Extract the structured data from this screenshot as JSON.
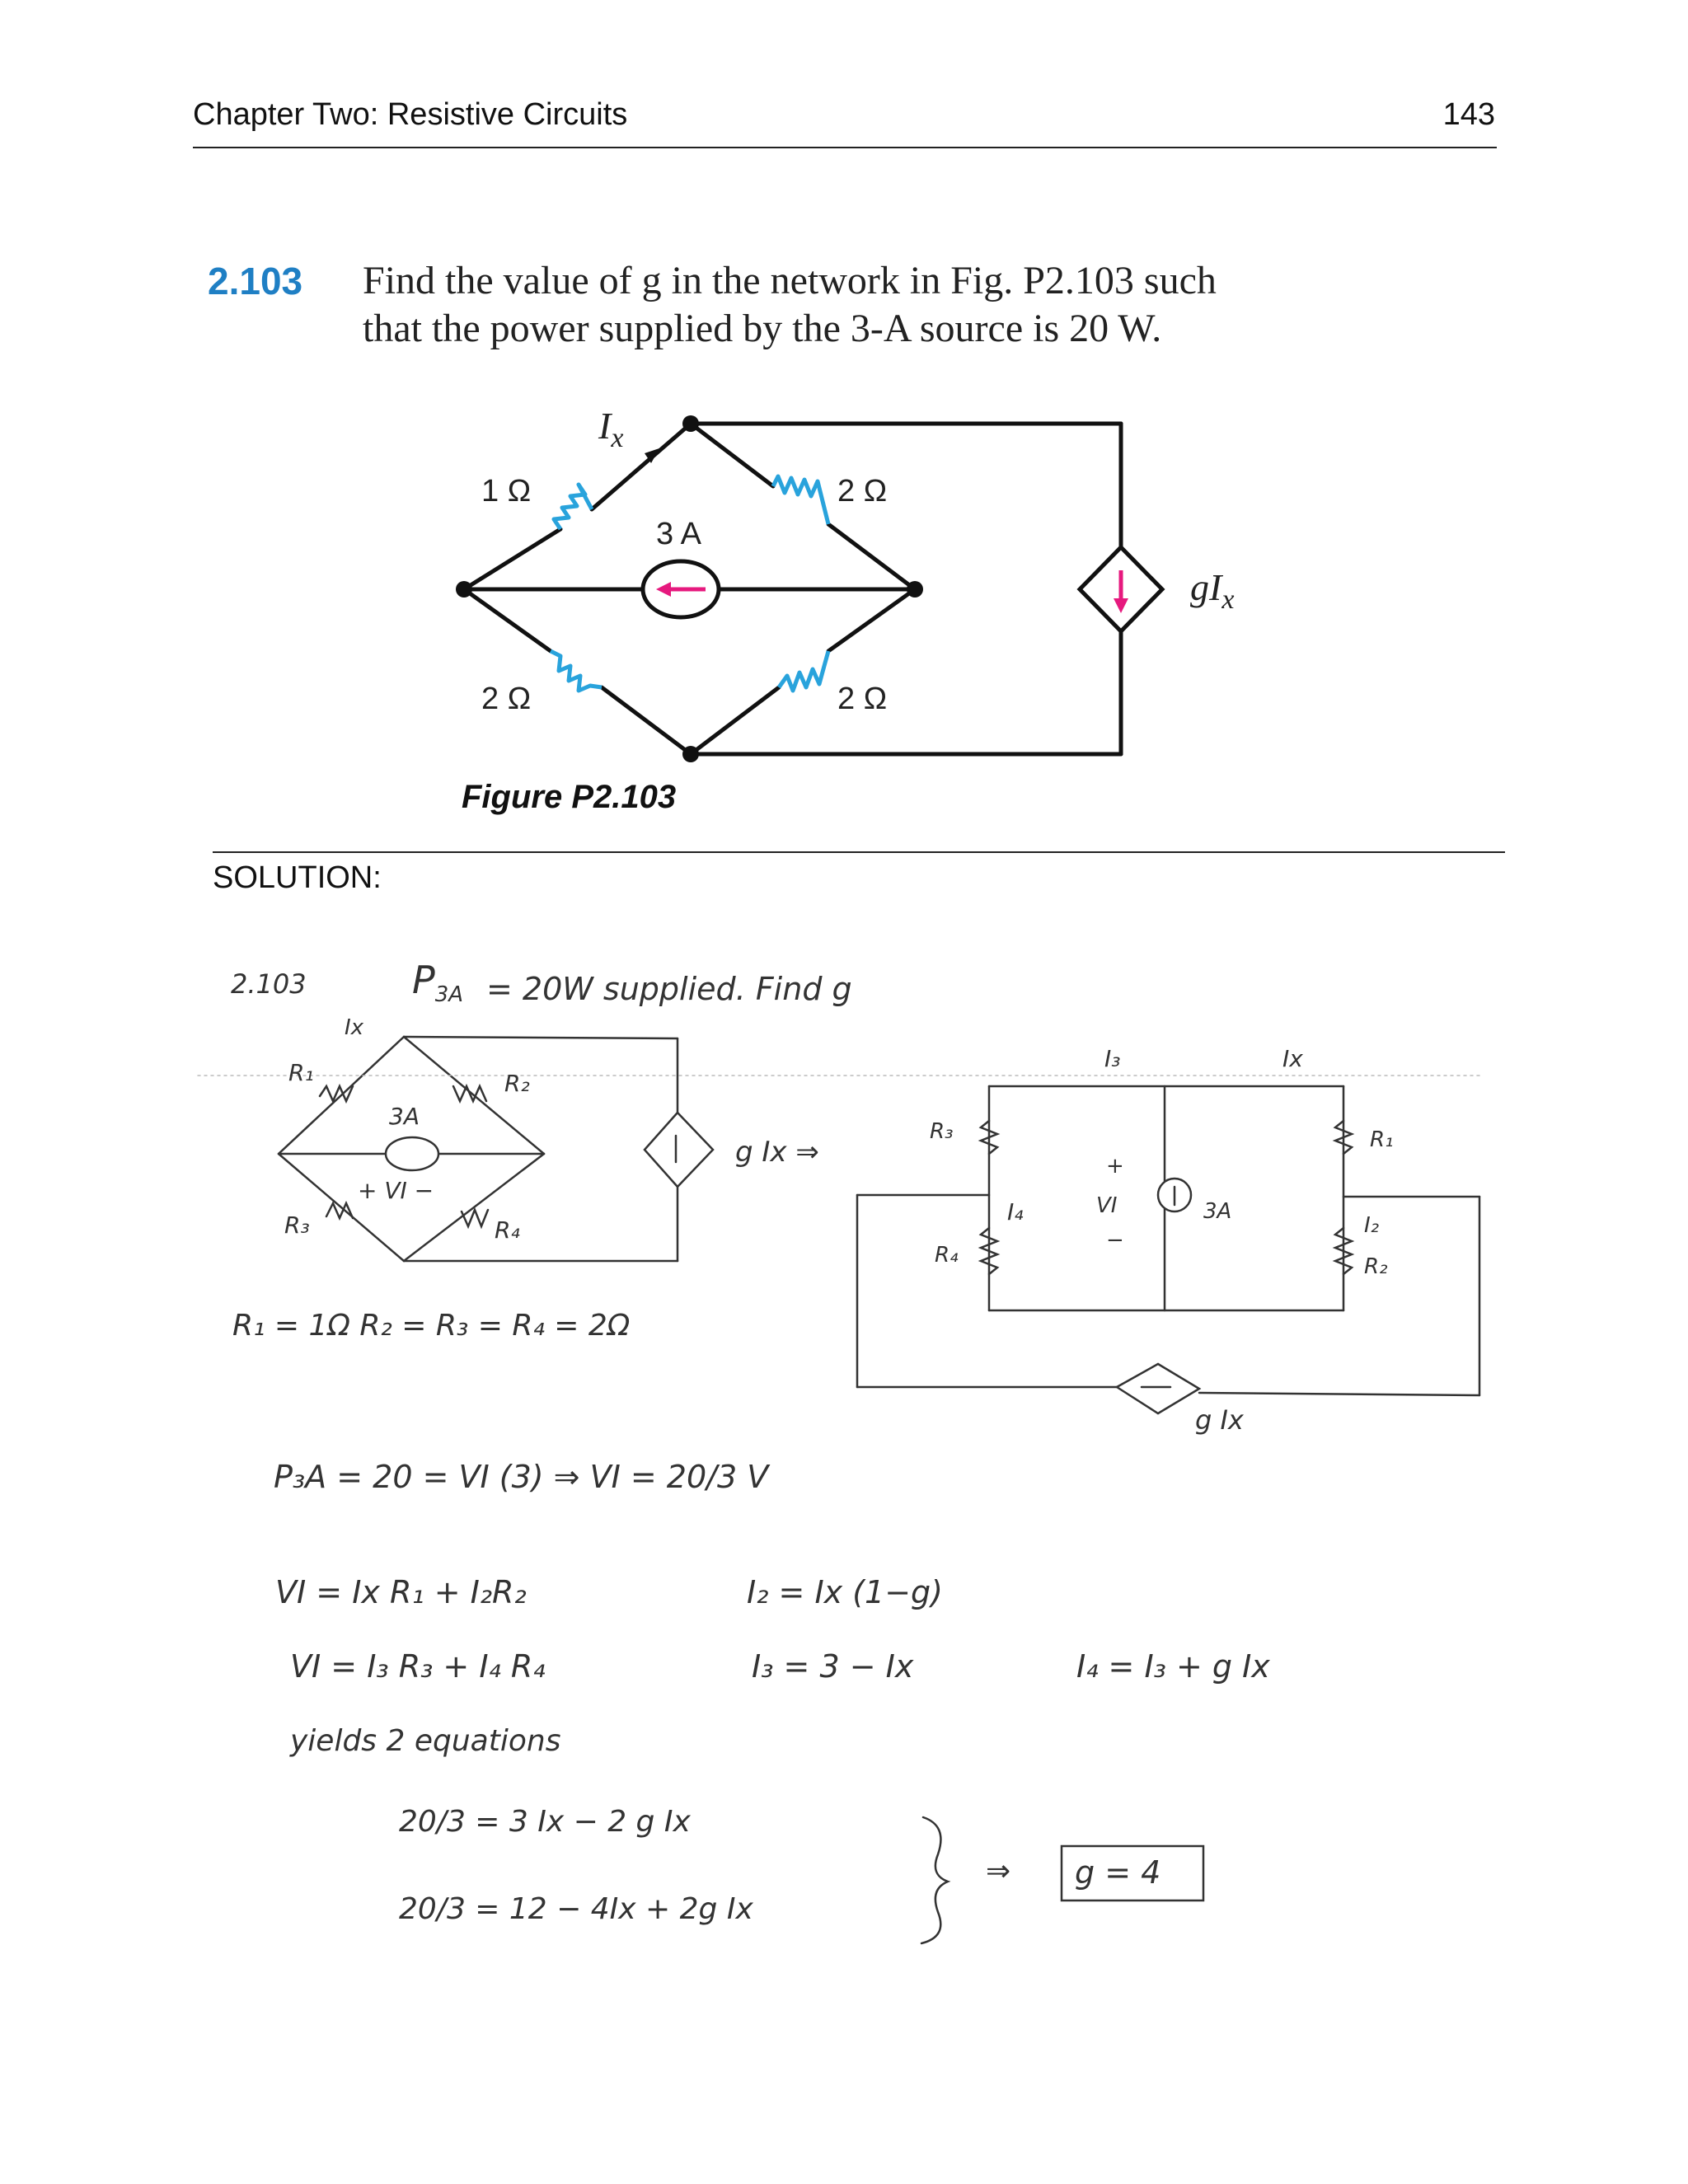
{
  "header": {
    "chapter_title": "Chapter Two: Resistive Circuits",
    "page_number": "143"
  },
  "problem": {
    "number": "2.103",
    "text_line1": "Find the value of g in the network in Fig. P2.103 such",
    "text_line2": "that the power supplied by the 3-A source is 20 W."
  },
  "figure": {
    "caption": "Figure P2.103",
    "labels": {
      "ix": "I",
      "ix_sub": "x",
      "r_top_left": "1 Ω",
      "r_top_right": "2 Ω",
      "r_bottom_left": "2 Ω",
      "r_bottom_right": "2 Ω",
      "source": "3 A",
      "dependent": "gI",
      "dependent_sub": "x"
    },
    "colors": {
      "resistor": "#29a3dc",
      "arrow": "#e6197e",
      "wire": "#111111"
    }
  },
  "solution": {
    "label": "SOLUTION:",
    "handwritten": {
      "line1_num": "2.103",
      "line1_p3a": "P",
      "line1_p3a_sub": "3A",
      "line1_rest": "= 20W  supplied.  Find g",
      "sketch_ix": "Ix",
      "sketch_r1": "R₁",
      "sketch_r2": "R₂",
      "sketch_r3": "R₃",
      "sketch_r4": "R₄",
      "sketch_3a": "3A",
      "sketch_vi": "+ VI −",
      "sketch_gix": "g Ix ⇒",
      "right_i3": "I₃",
      "right_ix": "Ix",
      "right_r3": "R₃",
      "right_r4": "R₄",
      "right_i4": "I₄",
      "right_vi_plus": "+",
      "right_vi": "VI",
      "right_vi_minus": "−",
      "right_3a": "3A",
      "right_r1": "R₁",
      "right_i2": "I₂",
      "right_r2": "R₂",
      "right_gix": "g Ix",
      "values": "R₁ = 1Ω     R₂ = R₃ = R₄ = 2Ω",
      "eq_p3a": "P₃A = 20 = VI (3) ⇒ VI = 20/3 V",
      "eq_vi1": "VI = Ix R₁ + I₂R₂",
      "eq_i2": "I₂ = Ix (1−g)",
      "eq_vi2": "VI = I₃ R₃ + I₄ R₄",
      "eq_i3": "I₃ = 3 − Ix",
      "eq_i4": "I₄ = I₃ + g Ix",
      "yields": "yields 2 equations",
      "sys1": "20/3 = 3 Ix − 2 g Ix",
      "sys2": "20/3 = 12 − 4Ix + 2g Ix",
      "result": "g = 4"
    }
  }
}
